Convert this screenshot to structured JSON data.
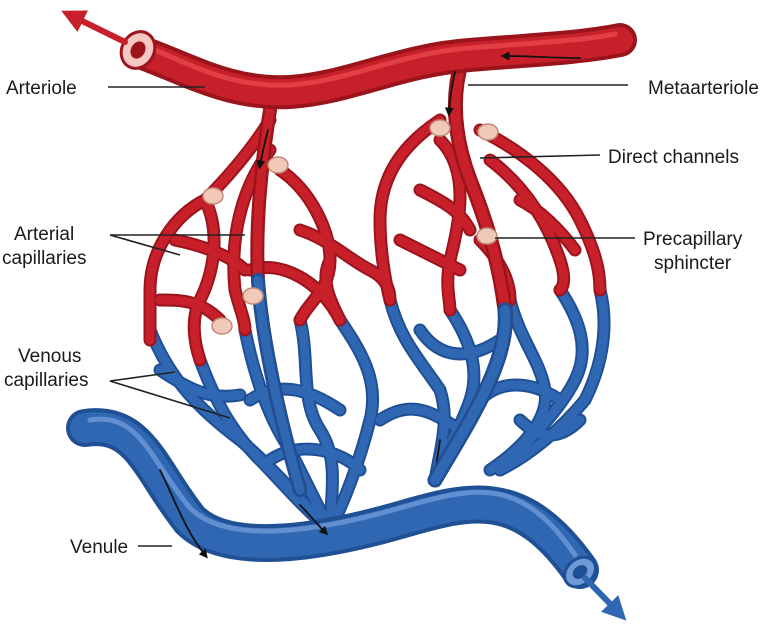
{
  "labels": {
    "arteriole": "Arteriole",
    "metaarteriole": "Metaarteriole",
    "direct_channels": "Direct channels",
    "arterial_capillaries_1": "Arterial",
    "arterial_capillaries_2": "capillaries",
    "precapillary_sphincter_1": "Precapillary",
    "precapillary_sphincter_2": "sphincter",
    "venous_capillaries_1": "Venous",
    "venous_capillaries_2": "capillaries",
    "venule": "Venule"
  },
  "colors": {
    "arterial": "#c8202a",
    "arterial_highlight": "#e8474c",
    "venous": "#2f67b3",
    "venous_highlight": "#6f9ad6",
    "sphincter": "#f0c9b8",
    "leader": "#222222"
  }
}
